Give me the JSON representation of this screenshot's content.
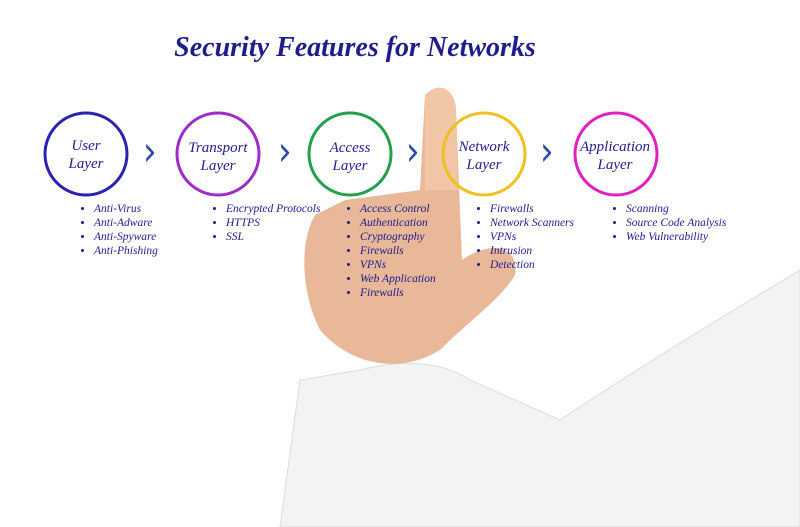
{
  "title": "Security Features for Networks",
  "layers": [
    {
      "line1": "User",
      "line2": "Layer",
      "color": "#2a22b0",
      "items": [
        "Anti-Virus",
        "Anti-Adware",
        "Anti-Spyware",
        "Anti-Phishing"
      ]
    },
    {
      "line1": "Transport",
      "line2": "Layer",
      "color": "#a02cc8",
      "items": [
        "Encrypted Protocols",
        "HTTPS",
        "SSL"
      ]
    },
    {
      "line1": "Access",
      "line2": "Layer",
      "color": "#22a04a",
      "items": [
        "Access Control",
        "Authentication",
        "Cryptography",
        "Firewalls",
        "VPNs",
        "Web Application",
        "Firewalls"
      ]
    },
    {
      "line1": "Network",
      "line2": "Layer",
      "color": "#f0c020",
      "items": [
        "Firewalls",
        "Network Scanners",
        "VPNs",
        "Intrusion",
        "Detection"
      ]
    },
    {
      "line1": "Application",
      "line2": "Layer",
      "color": "#e020c0",
      "items": [
        "Scanning",
        "Source Code Analysis",
        "Web Vulnerability"
      ]
    }
  ],
  "arrow_glyph": "›"
}
